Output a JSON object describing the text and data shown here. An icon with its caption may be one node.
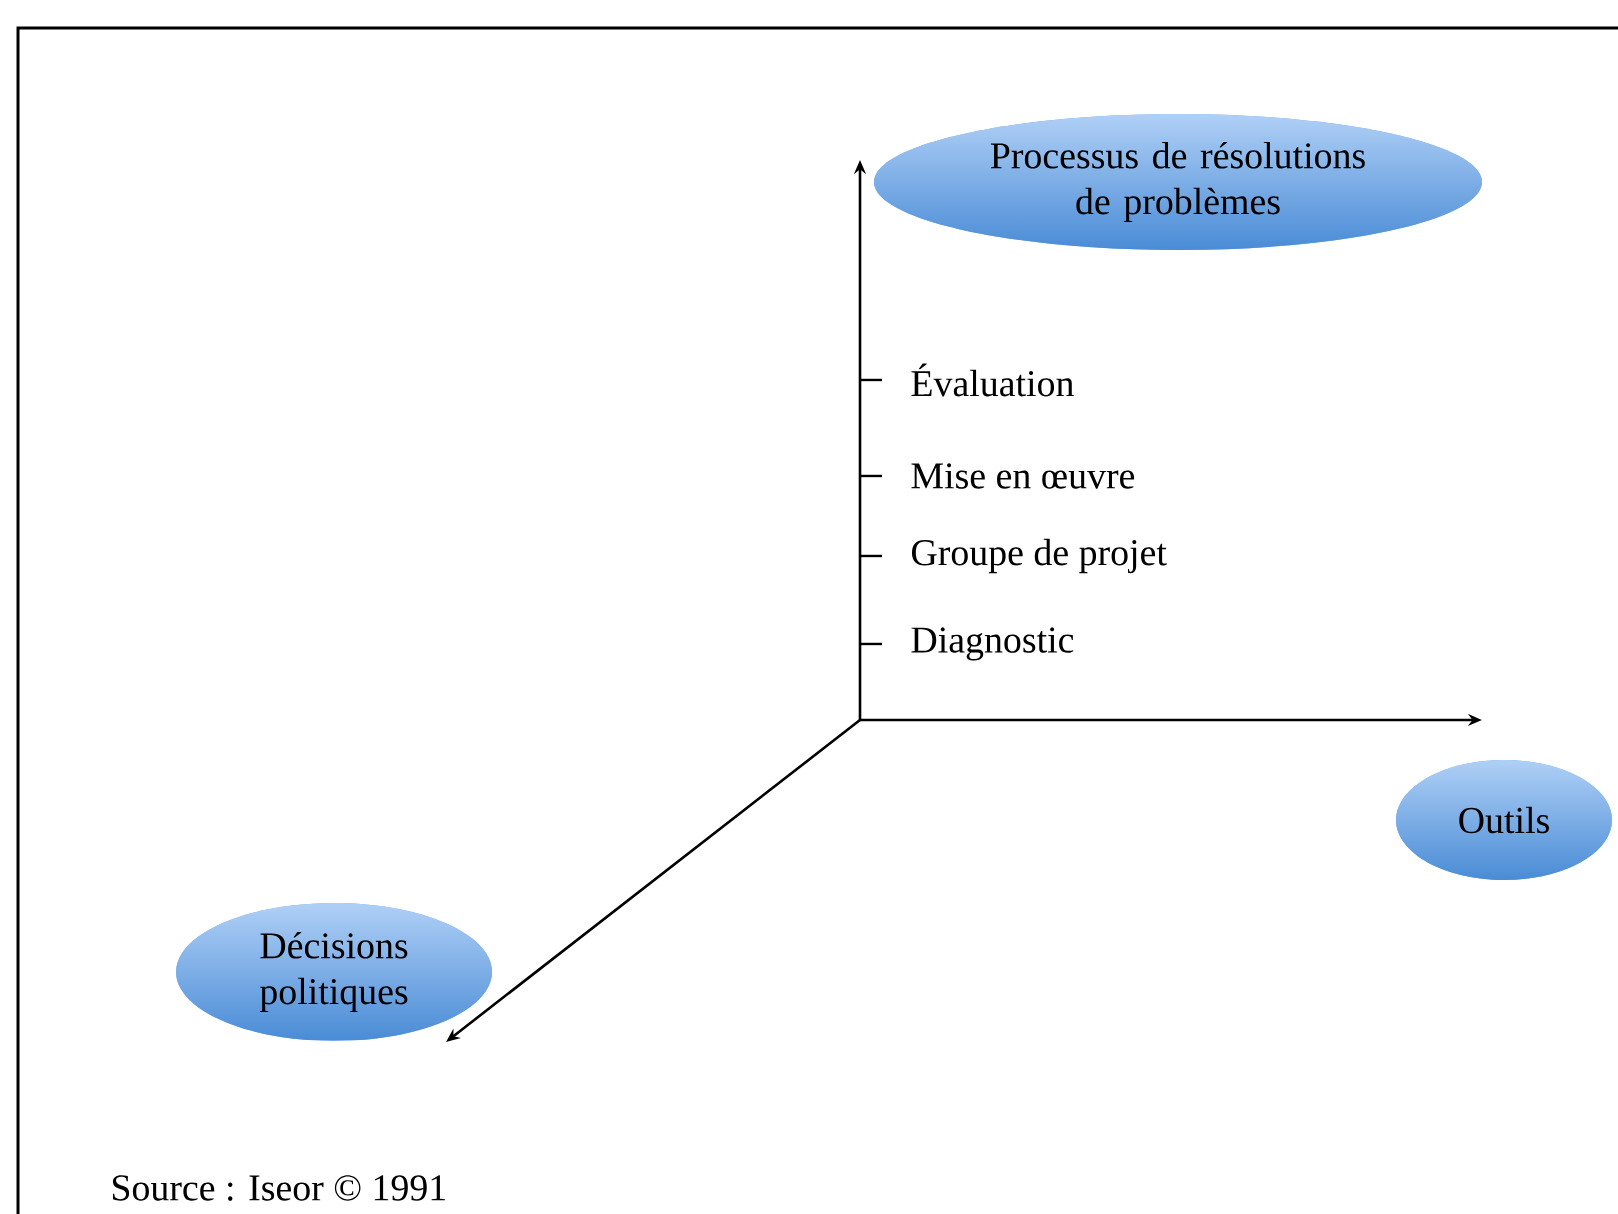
{
  "diagram": {
    "nodes": [
      {
        "text": [
          "Processus de résolutions de problèmes"
        ]
      },
      {
        "text": [
          "Outils"
        ]
      },
      {
        "text": [
          "Décisions politiques"
        ]
      }
    ],
    "edges": [
      {
        "from": null,
        "to": 0,
        "arrow": "to"
      },
      {
        "from": null,
        "to": 1,
        "arrow": "to"
      },
      {
        "from": null,
        "to": 2,
        "arrow": "to"
      }
    ],
    "labels": [
      "Évaluation",
      "Mise en œuvre",
      "Groupe de projet",
      "Diagnostic",
      "Source : Iseor © 1991"
    ]
  }
}
